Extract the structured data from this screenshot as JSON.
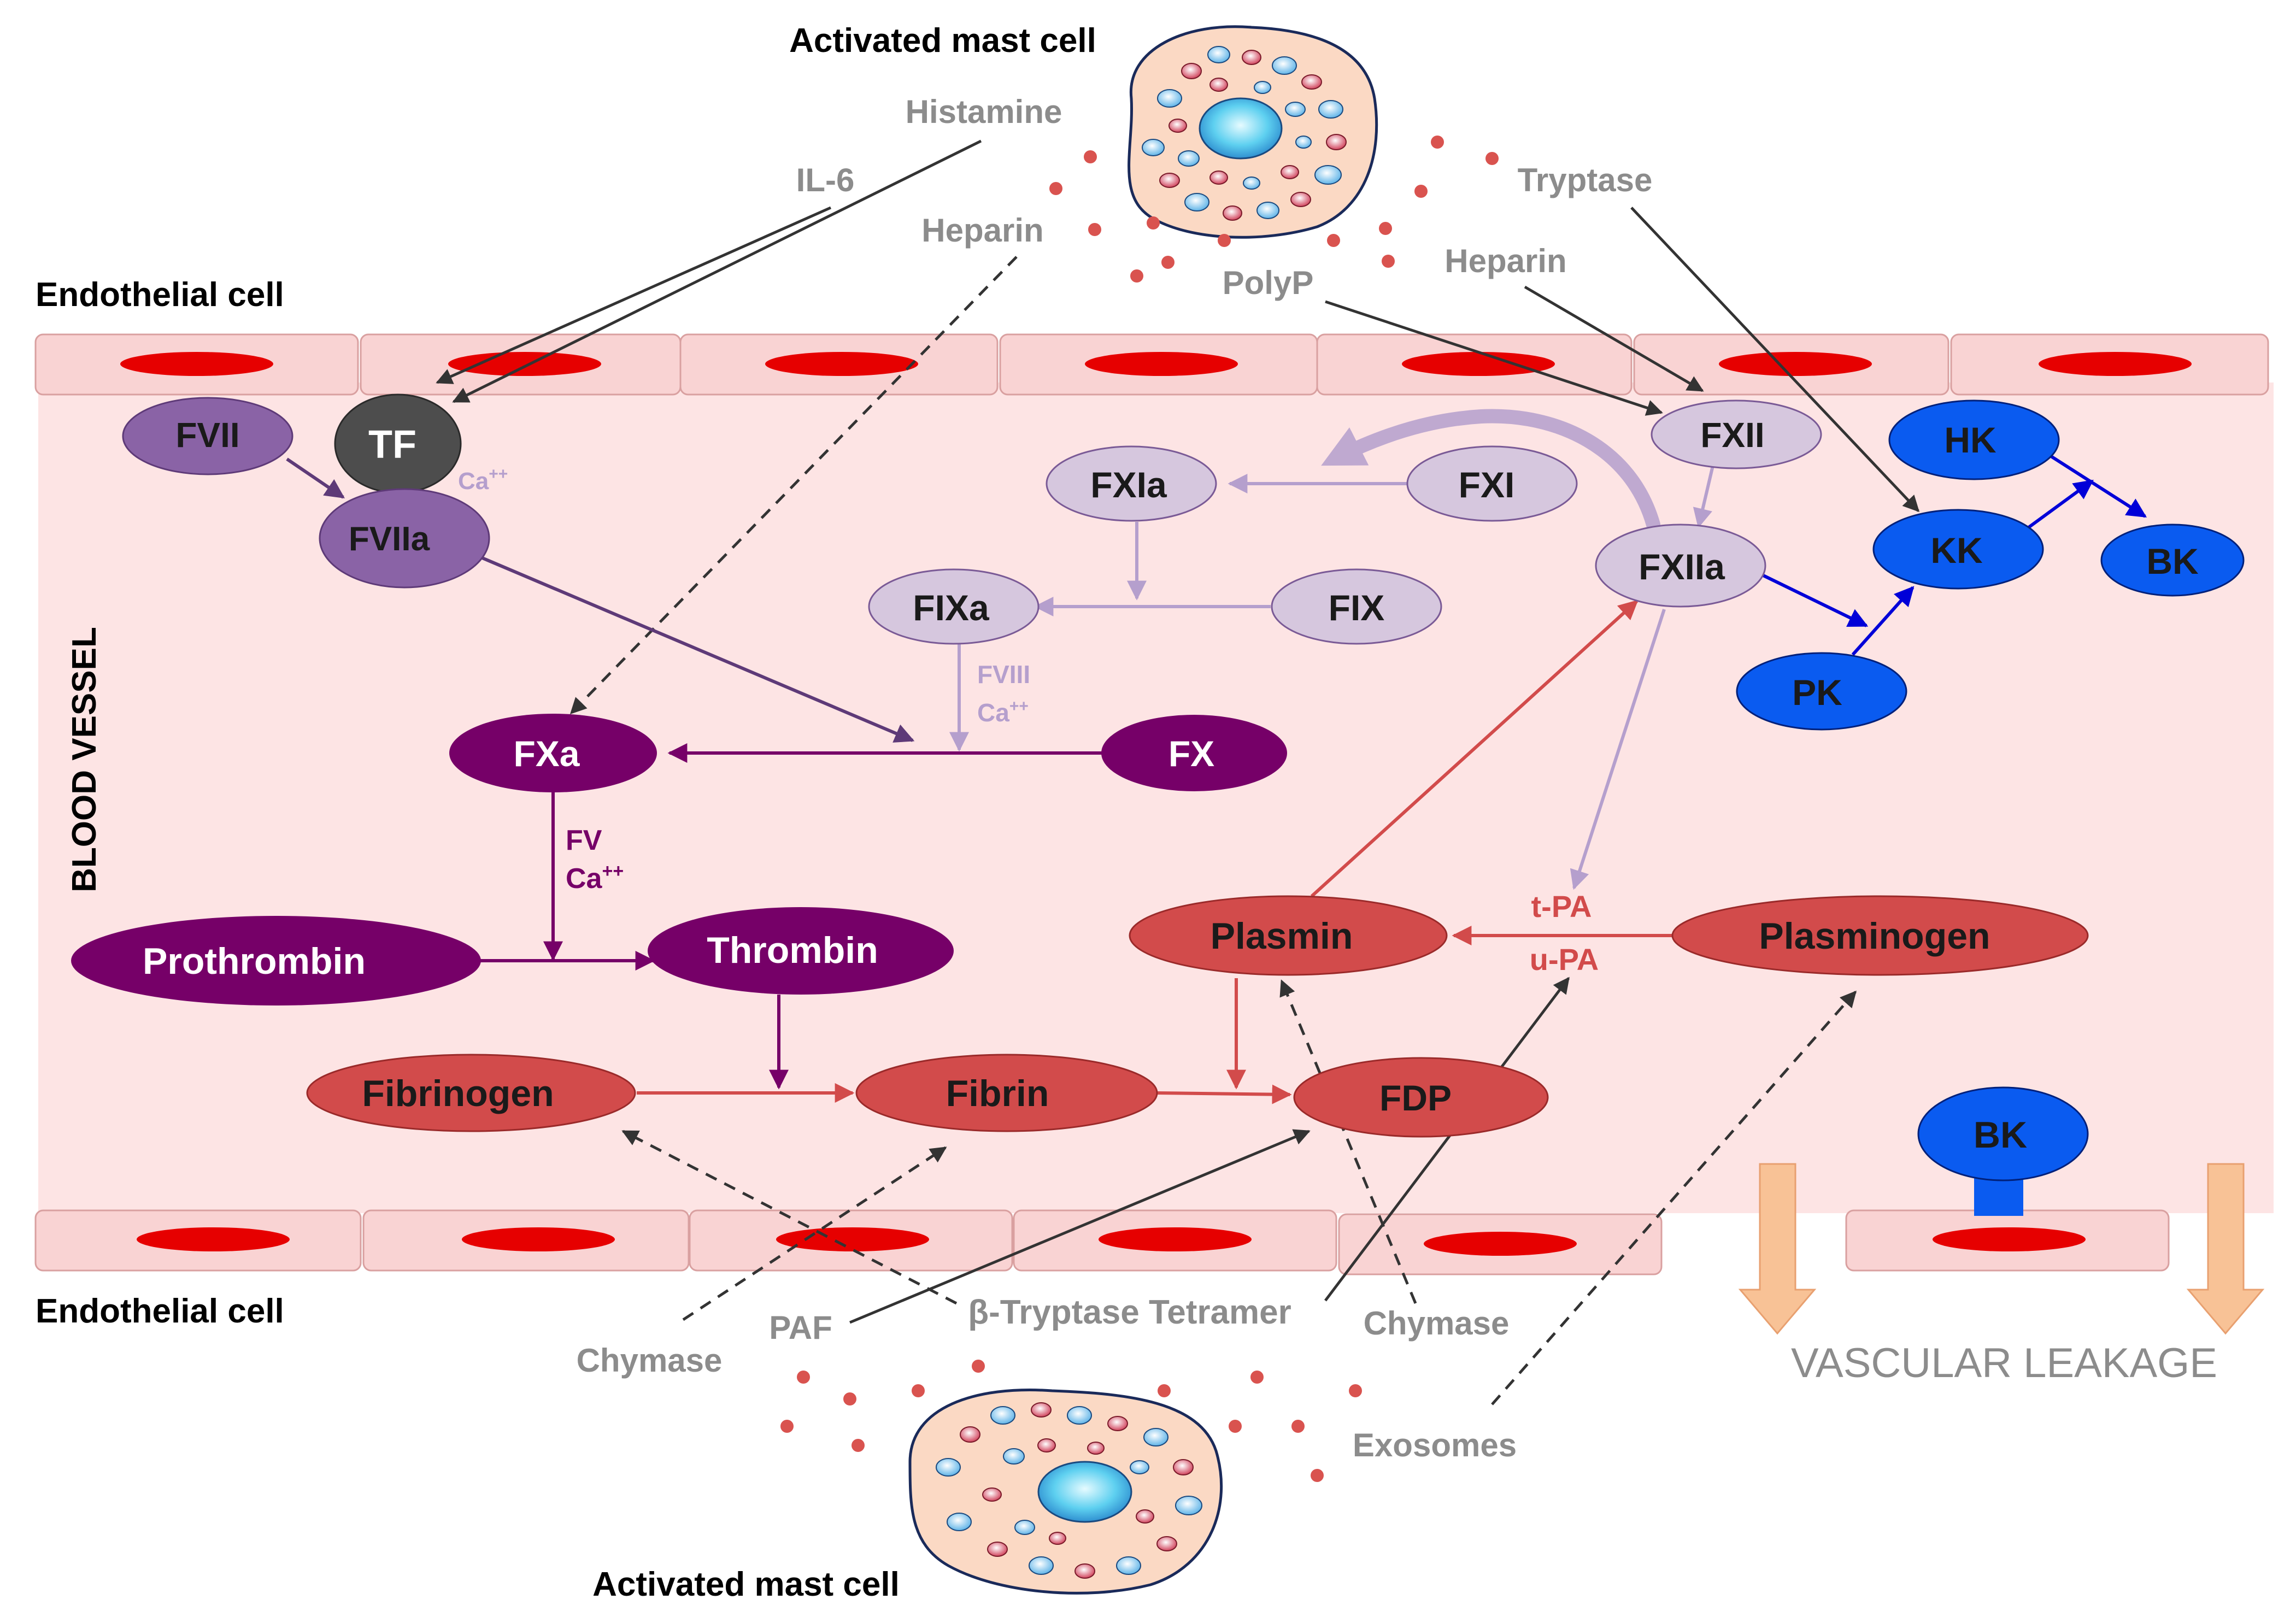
{
  "cells": {
    "mast_top": "Activated mast cell",
    "mast_bottom": "Activated mast cell",
    "endothelial_top": "Endothelial cell",
    "endothelial_bottom": "Endothelial cell",
    "vessel": "BLOOD VESSEL",
    "leakage": "VASCULAR LEAKAGE"
  },
  "mediators": {
    "histamine": "Histamine",
    "il6": "IL-6",
    "heparin_left": "Heparin",
    "tryptase": "Tryptase",
    "heparin_right": "Heparin",
    "polyp": "PolyP",
    "chymase_left": "Chymase",
    "paf": "PAF",
    "beta_tryptase": "β-Tryptase Tetramer",
    "chymase_right": "Chymase",
    "exosomes": "Exosomes"
  },
  "factors": {
    "fvii": "FVII",
    "tf": "TF",
    "fviia": "FVIIa",
    "fxia": "FXIa",
    "fxi": "FXI",
    "fxii": "FXII",
    "fxiia": "FXIIa",
    "fixa": "FIXa",
    "fix": "FIX",
    "fxa": "FXa",
    "fx": "FX",
    "prothrombin": "Prothrombin",
    "thrombin": "Thrombin",
    "fibrinogen": "Fibrinogen",
    "fibrin": "Fibrin",
    "fdp": "FDP",
    "plasmin": "Plasmin",
    "plasminogen": "Plasminogen",
    "hk": "HK",
    "kk": "KK",
    "bk": "BK",
    "pk": "PK",
    "bk_receptor": "BK"
  },
  "cofactors": {
    "ca_tf": "Ca",
    "fviii": "FVIII",
    "ca_fviii": "Ca",
    "fv": "FV",
    "ca_fv": "Ca",
    "tpa": "t-PA",
    "upa": "u-PA",
    "charge": "++"
  },
  "colors": {
    "vessel_fill": "#fde4e4",
    "cell_fill": "#f9d3d3",
    "cell_stroke": "#d9a0a0",
    "nucleus": "#e60000",
    "extrinsic": "#8a63a6",
    "tf": "#4d4d4d",
    "intrinsic": "#d6c7de",
    "intrinsic_text": "#b59fcd",
    "common": "#760068",
    "fibrin": "#d24b4b",
    "kinin": "#0a5bf0",
    "mediator_text": "#8c8c8c",
    "arrow_dark": "#333333",
    "leak_arrow": "#f8c296"
  }
}
